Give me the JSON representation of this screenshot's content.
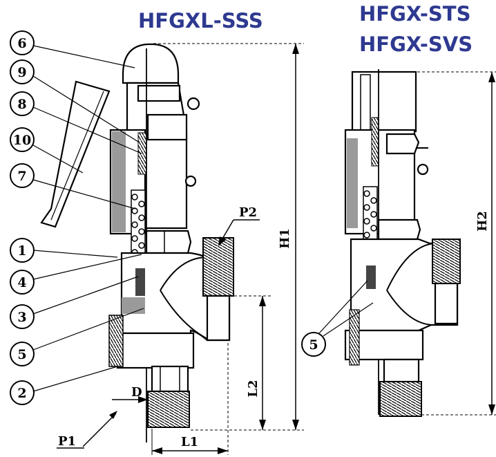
{
  "titles": {
    "left_model": "HFGXL-SSS",
    "right_model_1": "HFGX-STS",
    "right_model_2": "HFGX-SVS"
  },
  "callouts": {
    "c6": "6",
    "c9": "9",
    "c8": "8",
    "c10": "10",
    "c7": "7",
    "c1": "1",
    "c4": "4",
    "c3": "3",
    "c5": "5",
    "c2": "2",
    "c5_right": "5"
  },
  "dimensions": {
    "h1": "H1",
    "h2": "H2",
    "l1": "L1",
    "l2": "L2",
    "d": "D",
    "p1": "P1",
    "p2": "P2"
  },
  "colors": {
    "title": "#2e3990",
    "line": "#000000"
  }
}
